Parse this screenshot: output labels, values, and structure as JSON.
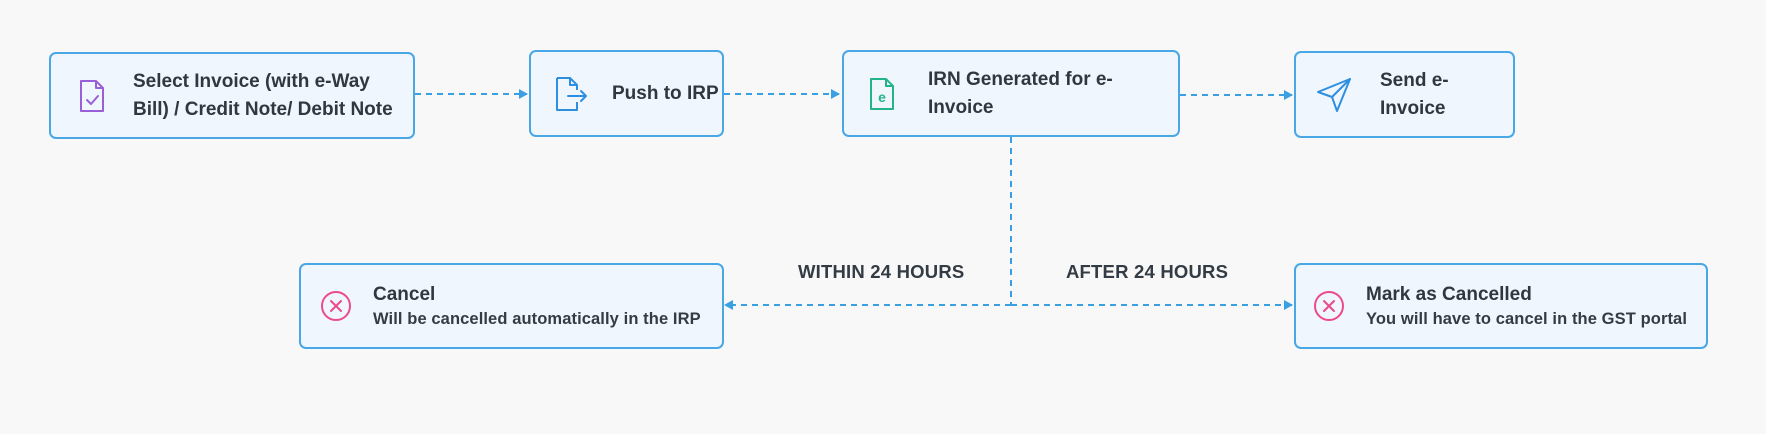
{
  "steps": {
    "select": {
      "label": "Select Invoice (with e-Way Bill) / Credit Note/ Debit Note",
      "icon": "document-check-icon"
    },
    "push": {
      "label": "Push to IRP",
      "icon": "document-export-icon"
    },
    "irn": {
      "label": "IRN Generated for e-Invoice",
      "icon": "e-document-icon",
      "icon_letter": "e"
    },
    "send": {
      "label": "Send e-Invoice",
      "icon": "paper-plane-icon"
    }
  },
  "branches": {
    "within": {
      "label": "WITHIN 24 HOURS"
    },
    "after": {
      "label": "AFTER 24 HOURS"
    }
  },
  "outcomes": {
    "cancel": {
      "title": "Cancel",
      "description": "Will be cancelled automatically in the IRP",
      "icon": "x-circle-icon"
    },
    "mark": {
      "title": "Mark as Cancelled",
      "description": "You will have to cancel in the GST portal",
      "icon": "x-circle-icon"
    }
  },
  "colors": {
    "connector": "#3aa0e4",
    "box_border": "#49a7e6",
    "box_fill": "#eff6fd",
    "select_icon": "#9a5ed6",
    "push_icon": "#2e8fe0",
    "irn_icon": "#25b48a",
    "send_icon": "#2e8fe0",
    "cancel_icon": "#ec4a8a"
  }
}
